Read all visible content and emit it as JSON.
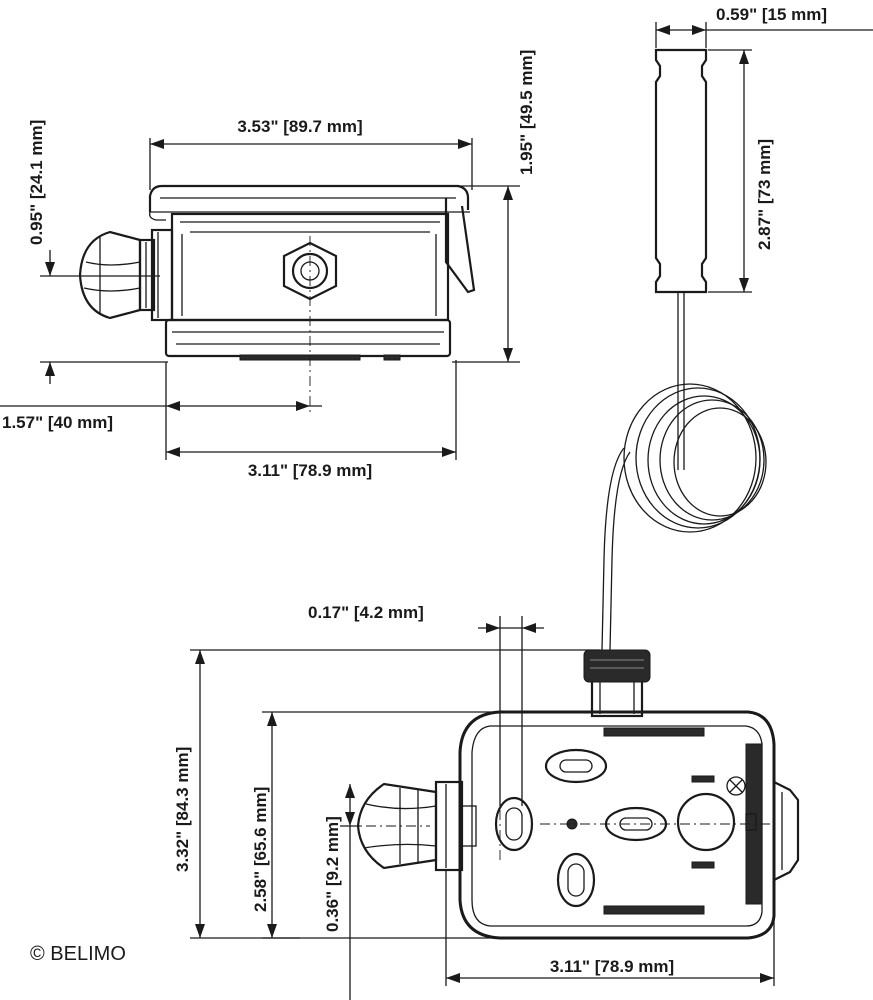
{
  "dimensions": {
    "front_width": "3.53\" [89.7 mm]",
    "front_height": "0.95\" [24.1 mm]",
    "front_total_height": "1.95\" [49.5 mm]",
    "front_offset": "1.57\" [40 mm]",
    "front_base_width": "3.11\" [78.9 mm]",
    "probe_width": "0.59\" [15 mm]",
    "probe_length": "2.87\" [73 mm]",
    "top_hole_offset": "0.17\" [4.2 mm]",
    "top_total_height": "3.32\" [84.3 mm]",
    "top_body_height": "2.58\" [65.6 mm]",
    "top_gland_offset": "0.36\" [9.2 mm]",
    "top_width": "3.11\" [78.9 mm]"
  },
  "copyright": "© BELIMO"
}
